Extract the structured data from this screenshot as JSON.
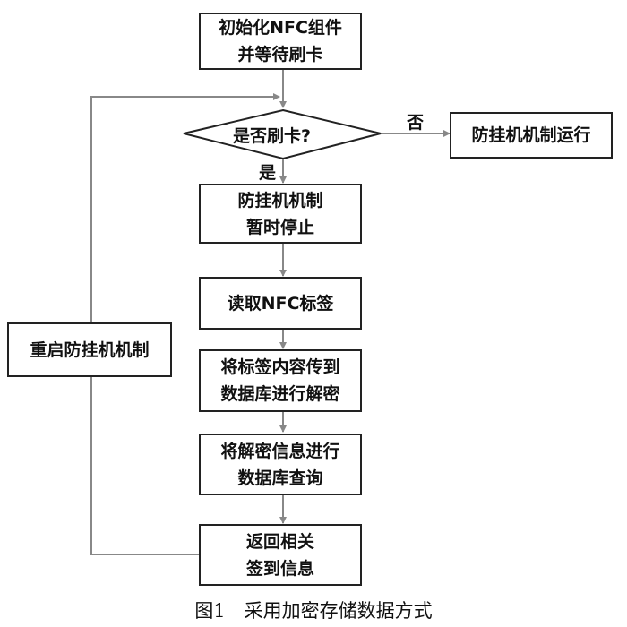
{
  "nodes": {
    "init": [
      "初始化NFC组件",
      "并等待刷卡"
    ],
    "decision": "是否刷卡?",
    "anti_run": "防挂机机制运行",
    "anti_pause": [
      "防挂机机制",
      "暂时停止"
    ],
    "read_tag": "读取NFC标签",
    "transmit": [
      "将标签内容传到",
      "数据库进行解密"
    ],
    "query": [
      "将解密信息进行",
      "数据库查询"
    ],
    "return_info": [
      "返回相关",
      "签到信息"
    ],
    "restart": "重启防挂机机制"
  },
  "labels": {
    "no": "否",
    "yes": "是"
  },
  "caption": "图1　采用加密存储数据方式"
}
